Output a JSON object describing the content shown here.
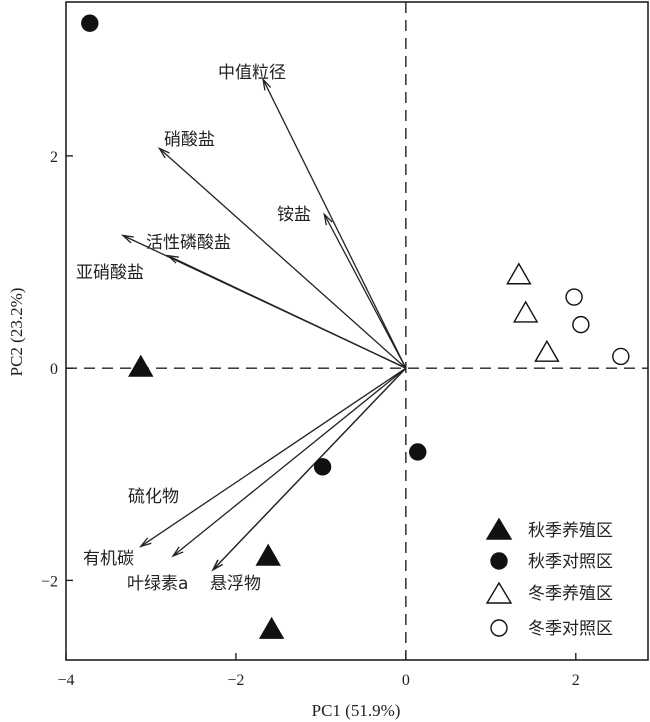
{
  "chart_data": {
    "type": "scatter",
    "xlabel": "PC1 (51.9%)",
    "ylabel": "PC2 (23.2%)",
    "xlim": [
      -4.0,
      2.85
    ],
    "ylim": [
      -2.75,
      3.45
    ],
    "xticks": [
      -4,
      -2,
      0,
      2
    ],
    "yticks": [
      -2,
      0,
      2
    ],
    "legend_position": "bottom-right",
    "reference_lines": {
      "x": 0,
      "y": 0,
      "style": "dashed"
    },
    "series": [
      {
        "name": "秋季养殖区",
        "marker": "filled-triangle",
        "x": [
          -3.12,
          -1.62,
          -1.58
        ],
        "y": [
          0.01,
          -1.77,
          -2.46
        ]
      },
      {
        "name": "秋季对照区",
        "marker": "filled-circle",
        "x": [
          -3.72,
          -0.98,
          0.14
        ],
        "y": [
          3.25,
          -0.93,
          -0.79
        ]
      },
      {
        "name": "冬季养殖区",
        "marker": "open-triangle",
        "x": [
          1.33,
          1.41,
          1.66
        ],
        "y": [
          0.88,
          0.52,
          0.15
        ]
      },
      {
        "name": "冬季对照区",
        "marker": "open-circle",
        "x": [
          1.98,
          2.06,
          2.53
        ],
        "y": [
          0.67,
          0.41,
          0.11
        ]
      }
    ],
    "vectors": [
      {
        "label": "中值粒径",
        "x": -1.68,
        "y": 2.72
      },
      {
        "label": "硝酸盐",
        "x": -2.9,
        "y": 2.07
      },
      {
        "label": "铵盐",
        "x": -0.96,
        "y": 1.45
      },
      {
        "label": "活性磷酸盐",
        "x": -3.33,
        "y": 1.25
      },
      {
        "label": "亚硝酸盐",
        "x": -2.8,
        "y": 1.06
      },
      {
        "label": "硫化物",
        "x": -3.12,
        "y": -1.68
      },
      {
        "label": "有机碳",
        "x": -2.74,
        "y": -1.77
      },
      {
        "label": "叶绿素a",
        "x": -2.27,
        "y": -1.9
      },
      {
        "label": "悬浮物",
        "x": -2.27,
        "y": -1.9
      }
    ]
  }
}
